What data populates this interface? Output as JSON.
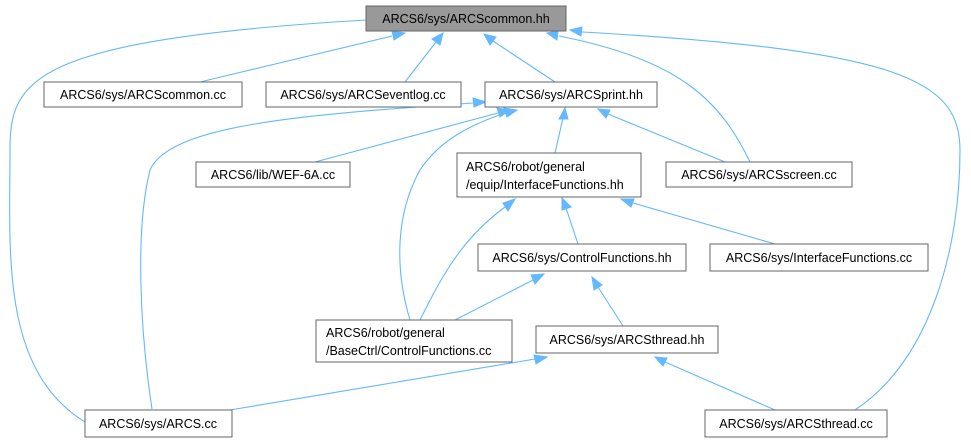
{
  "graph": {
    "root": "ARCS6/sys/ARCScommon.hh",
    "nodes": {
      "common_hh": [
        "ARCS6/sys/ARCScommon.hh"
      ],
      "common_cc": [
        "ARCS6/sys/ARCScommon.cc"
      ],
      "eventlog_cc": [
        "ARCS6/sys/ARCSeventlog.cc"
      ],
      "sprint_hh": [
        "ARCS6/sys/ARCSprint.hh"
      ],
      "wef_cc": [
        "ARCS6/lib/WEF-6A.cc"
      ],
      "equip_if_hh": [
        "ARCS6/robot/general",
        "/equip/InterfaceFunctions.hh"
      ],
      "screen_cc": [
        "ARCS6/sys/ARCSscreen.cc"
      ],
      "ctrlfunc_hh": [
        "ARCS6/sys/ControlFunctions.hh"
      ],
      "sys_if_cc": [
        "ARCS6/sys/InterfaceFunctions.cc"
      ],
      "basectrl_cc": [
        "ARCS6/robot/general",
        "/BaseCtrl/ControlFunctions.cc"
      ],
      "thread_hh": [
        "ARCS6/sys/ARCSthread.hh"
      ],
      "arcs_cc": [
        "ARCS6/sys/ARCS.cc"
      ],
      "thread_cc": [
        "ARCS6/sys/ARCSthread.cc"
      ]
    },
    "edges": [
      [
        "common_cc",
        "common_hh"
      ],
      [
        "eventlog_cc",
        "common_hh"
      ],
      [
        "sprint_hh",
        "common_hh"
      ],
      [
        "screen_cc",
        "common_hh"
      ],
      [
        "arcs_cc",
        "common_hh"
      ],
      [
        "thread_cc",
        "common_hh"
      ],
      [
        "wef_cc",
        "sprint_hh"
      ],
      [
        "equip_if_hh",
        "sprint_hh"
      ],
      [
        "screen_cc",
        "sprint_hh"
      ],
      [
        "arcs_cc",
        "sprint_hh"
      ],
      [
        "basectrl_cc",
        "sprint_hh"
      ],
      [
        "ctrlfunc_hh",
        "equip_if_hh"
      ],
      [
        "sys_if_cc",
        "equip_if_hh"
      ],
      [
        "basectrl_cc",
        "equip_if_hh"
      ],
      [
        "basectrl_cc",
        "ctrlfunc_hh"
      ],
      [
        "thread_hh",
        "ctrlfunc_hh"
      ],
      [
        "arcs_cc",
        "thread_hh"
      ],
      [
        "thread_cc",
        "thread_hh"
      ]
    ],
    "colors": {
      "edge": "#63b8ff",
      "root_fill": "#999999",
      "node_border": "#666666"
    }
  }
}
